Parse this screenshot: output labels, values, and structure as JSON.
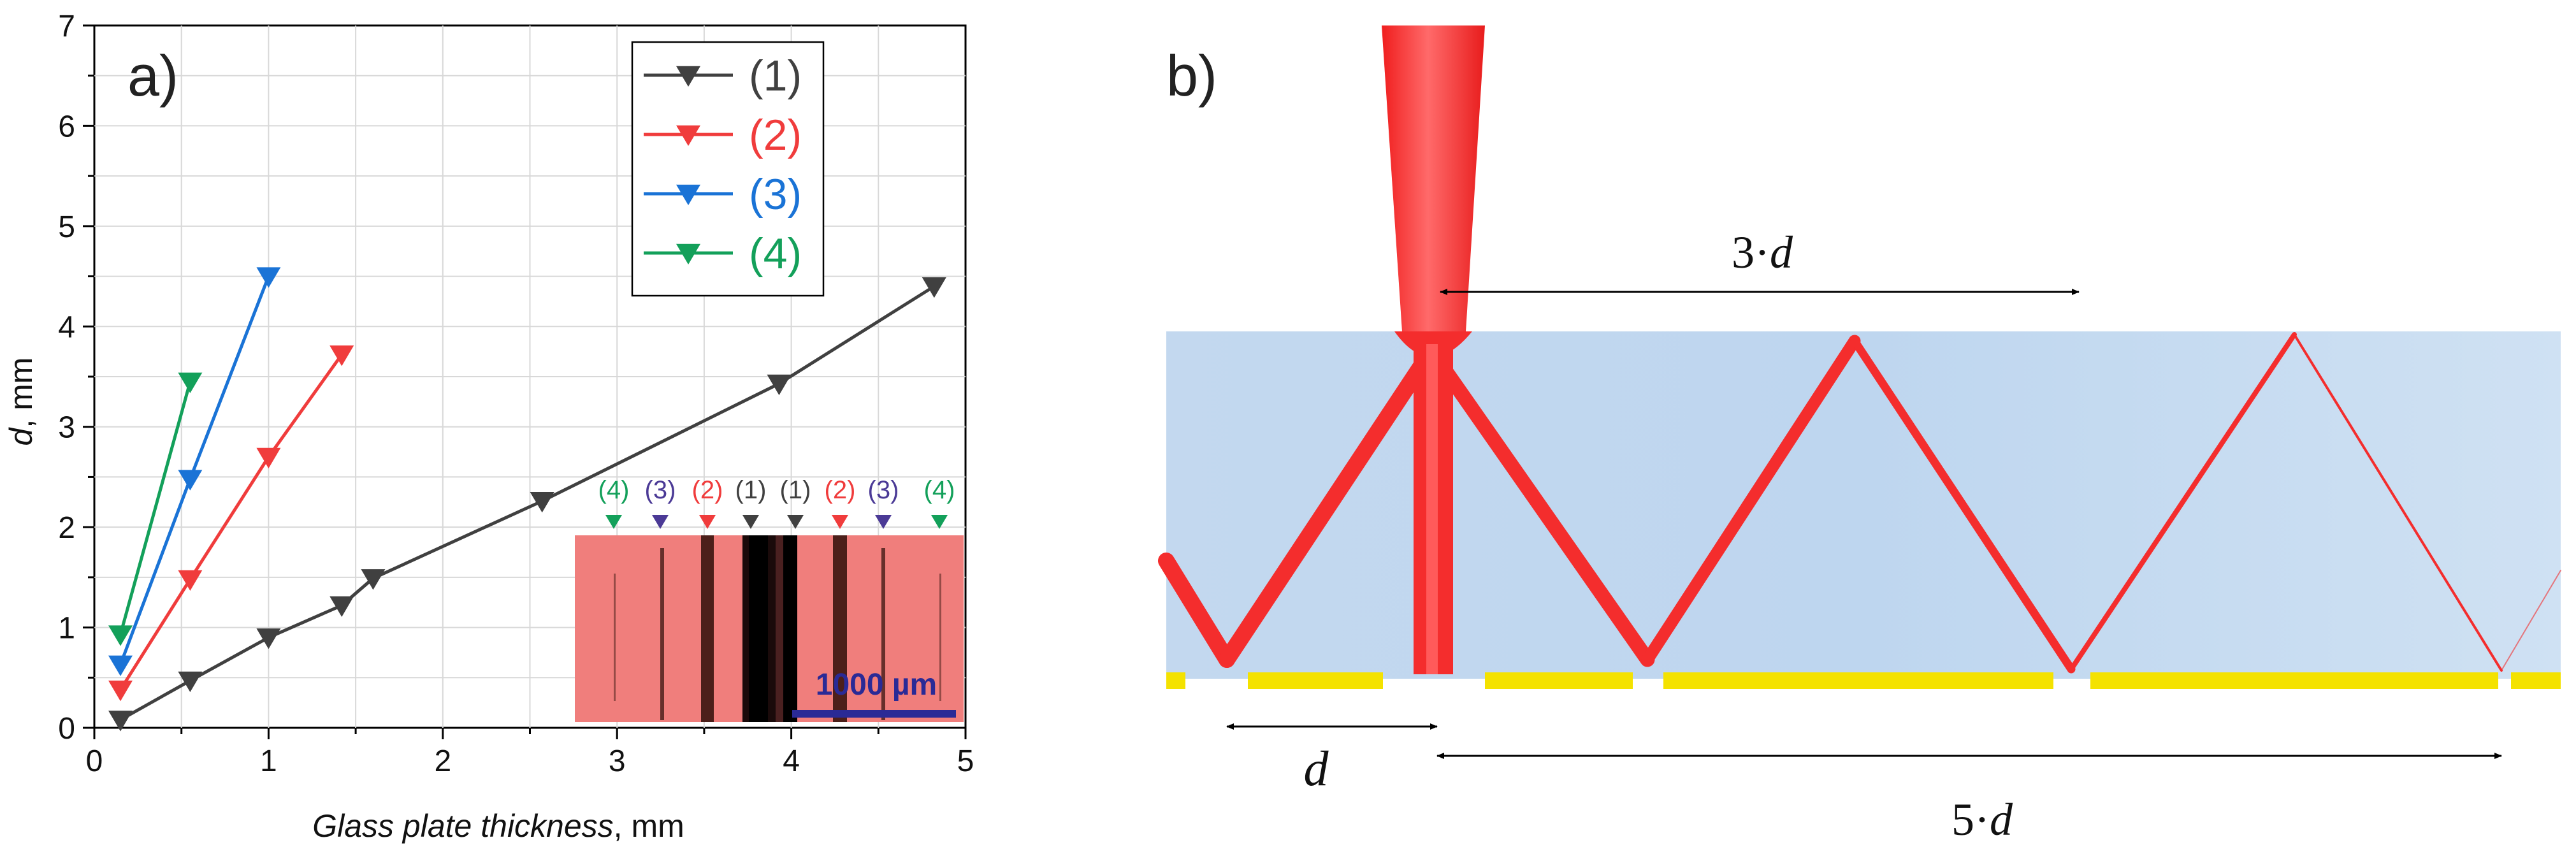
{
  "panel_a": {
    "label": "a)",
    "chart_data": {
      "type": "line",
      "xlabel_italic": "Glass plate thickness",
      "xlabel_unit": ", mm",
      "ylabel_italic": "d",
      "ylabel_unit": ", mm",
      "xlim": [
        0,
        5
      ],
      "ylim": [
        0,
        7
      ],
      "xticks": [
        "0",
        "1",
        "2",
        "3",
        "4",
        "5"
      ],
      "yticks": [
        "0",
        "1",
        "2",
        "3",
        "4",
        "5",
        "6",
        "7"
      ],
      "grid": true,
      "legend_position": "top-right",
      "series": [
        {
          "name": "(1)",
          "color": "#404040",
          "x": [
            0.15,
            0.55,
            1.0,
            1.42,
            1.6,
            2.57,
            3.93,
            4.82
          ],
          "y": [
            0.08,
            0.47,
            0.9,
            1.22,
            1.49,
            2.26,
            3.43,
            4.4
          ]
        },
        {
          "name": "(2)",
          "color": "#f03c3c",
          "x": [
            0.15,
            0.55,
            1.0,
            1.42
          ],
          "y": [
            0.38,
            1.48,
            2.7,
            3.72
          ]
        },
        {
          "name": "(3)",
          "color": "#1a73d6",
          "x": [
            0.15,
            0.55,
            1.0
          ],
          "y": [
            0.63,
            2.48,
            4.5
          ]
        },
        {
          "name": "(4)",
          "color": "#13a05a",
          "x": [
            0.15,
            0.55
          ],
          "y": [
            0.93,
            3.45
          ]
        }
      ]
    },
    "inset": {
      "markers": [
        {
          "label": "(4)",
          "color": "#13a05a"
        },
        {
          "label": "(3)",
          "color": "#4b3a96"
        },
        {
          "label": "(2)",
          "color": "#f03c3c"
        },
        {
          "label": "(1)",
          "color": "#404040"
        },
        {
          "label": "(1)",
          "color": "#404040"
        },
        {
          "label": "(2)",
          "color": "#f03c3c"
        },
        {
          "label": "(3)",
          "color": "#4b3a96"
        },
        {
          "label": "(4)",
          "color": "#13a05a"
        }
      ],
      "scale_bar_label": "1000 µm",
      "background_color": "#f07e7c",
      "scale_bar_color": "#2a2a96"
    }
  },
  "panel_b": {
    "label": "b)",
    "dim_top_coef": "3·",
    "dim_top_var": "d",
    "dim_left_var": "d",
    "dim_bottom_coef": "5·",
    "dim_bottom_var": "d",
    "glass_color": "#c4daf1",
    "beam_color": "#f42d2d",
    "spot_color": "#f4e200"
  }
}
